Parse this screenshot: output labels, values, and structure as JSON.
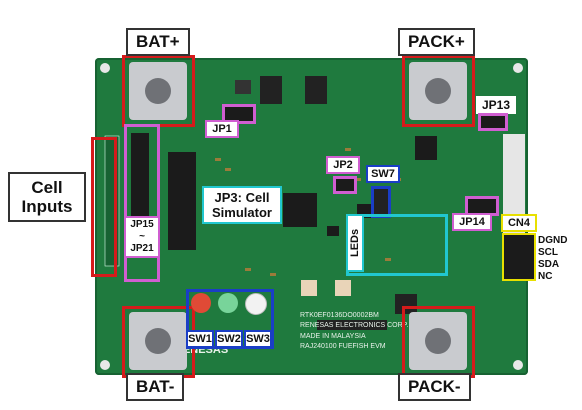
{
  "terminals": {
    "bat_plus": "BAT+",
    "pack_plus": "PACK+",
    "bat_minus": "BAT-",
    "pack_minus": "PACK-"
  },
  "callouts": {
    "cell_inputs": "Cell\nInputs",
    "jp1": "JP1",
    "jp2": "JP2",
    "jp13": "JP13",
    "jp14": "JP14",
    "jp15_jp21": "JP15\n~\nJP21",
    "jp3": "JP3: Cell\nSimulator",
    "sw7": "SW7",
    "leds": "LEDs",
    "cn4": "CN4",
    "sw1": "SW1",
    "sw2": "SW2",
    "sw3": "SW3"
  },
  "cn4_pins": [
    "DGND",
    "SCL",
    "SDA",
    "NC"
  ],
  "board_silk": {
    "part_no": "RTK0EF0136DO0002BM",
    "maker": "RENESAS ELECTRONICS CORP.",
    "made_in": "MADE IN MALAYSIA",
    "evm": "RAJ240100 FUEFISH EVM",
    "logo": "RENESAS"
  },
  "button_colors": {
    "sw1": "#e04a36",
    "sw2": "#78d49a",
    "sw3": "#f2f2f2"
  }
}
